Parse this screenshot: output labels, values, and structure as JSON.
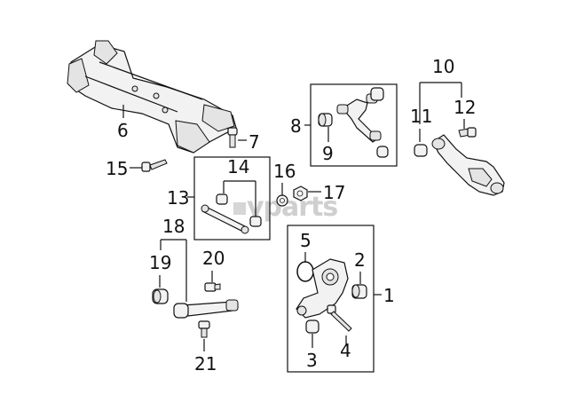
{
  "watermark": "vparts",
  "callouts": {
    "c1": "1",
    "c2": "2",
    "c3": "3",
    "c4": "4",
    "c5": "5",
    "c6": "6",
    "c7": "7",
    "c8": "8",
    "c9": "9",
    "c10": "10",
    "c11": "11",
    "c12": "12",
    "c13": "13",
    "c14": "14",
    "c15": "15",
    "c16": "16",
    "c17": "17",
    "c18": "18",
    "c19": "19",
    "c20": "20",
    "c21": "21"
  }
}
